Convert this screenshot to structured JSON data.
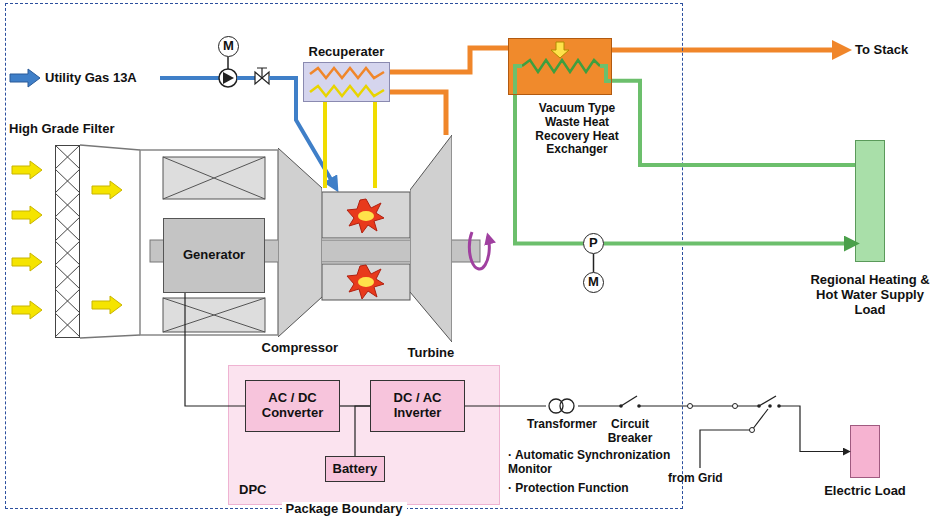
{
  "diagram": {
    "nodes": [
      {
        "text": [
          "Package Boundary"
        ]
      },
      {
        "text": [
          "M"
        ],
        "in": 0
      },
      {
        "text": [
          "Recuperater"
        ],
        "in": 0
      },
      {
        "text": [
          "High Grade Filter"
        ],
        "in": 0
      },
      {
        "text": [
          "Generator"
        ],
        "in": 0
      },
      {
        "text": [
          "Compressor"
        ],
        "in": 0
      },
      {
        "text": [
          "Turbine"
        ],
        "in": 0
      },
      {
        "text": [
          "Vacuum Type Waste Heat Recovery Heat Exchanger"
        ],
        "in": 0
      },
      {
        "text": [
          "P"
        ],
        "in": 0
      },
      {
        "text": [
          "M"
        ],
        "in": 0
      },
      {
        "text": [
          "DPC"
        ],
        "in": 0
      },
      {
        "text": [
          "AC / DC Converter"
        ],
        "in": 10
      },
      {
        "text": [
          "DC / AC Inverter"
        ],
        "in": 10
      },
      {
        "text": [
          "Battery"
        ],
        "in": 10
      },
      {
        "text": [
          "Regional Heating & Hot Water Supply Load"
        ]
      },
      {
        "text": [
          "Electric Load"
        ]
      }
    ],
    "edges": [
      {
        "from": 6,
        "to": 2,
        "arrow": "none"
      },
      {
        "from": 2,
        "to": 7,
        "arrow": "none"
      },
      {
        "from": 7,
        "to": 14,
        "arrow": "none"
      },
      {
        "from": 7,
        "to": 8,
        "arrow": "none"
      },
      {
        "from": 8,
        "to": 14,
        "arrow": "to"
      },
      {
        "from": 8,
        "to": 9,
        "arrow": "none"
      },
      {
        "from": 4,
        "to": 11,
        "arrow": "none"
      },
      {
        "from": 11,
        "to": 12,
        "arrow": "none"
      },
      {
        "from": 13,
        "to": 12,
        "arrow": "none"
      },
      {
        "from": 12,
        "to": 15,
        "arrow": "to"
      }
    ],
    "labels": [
      "Utility Gas 13A",
      "To Stack",
      "· Automatic Synchronization Monitor",
      "· Protection Function",
      "Transformer",
      "Circuit Breaker",
      "from Grid"
    ]
  }
}
